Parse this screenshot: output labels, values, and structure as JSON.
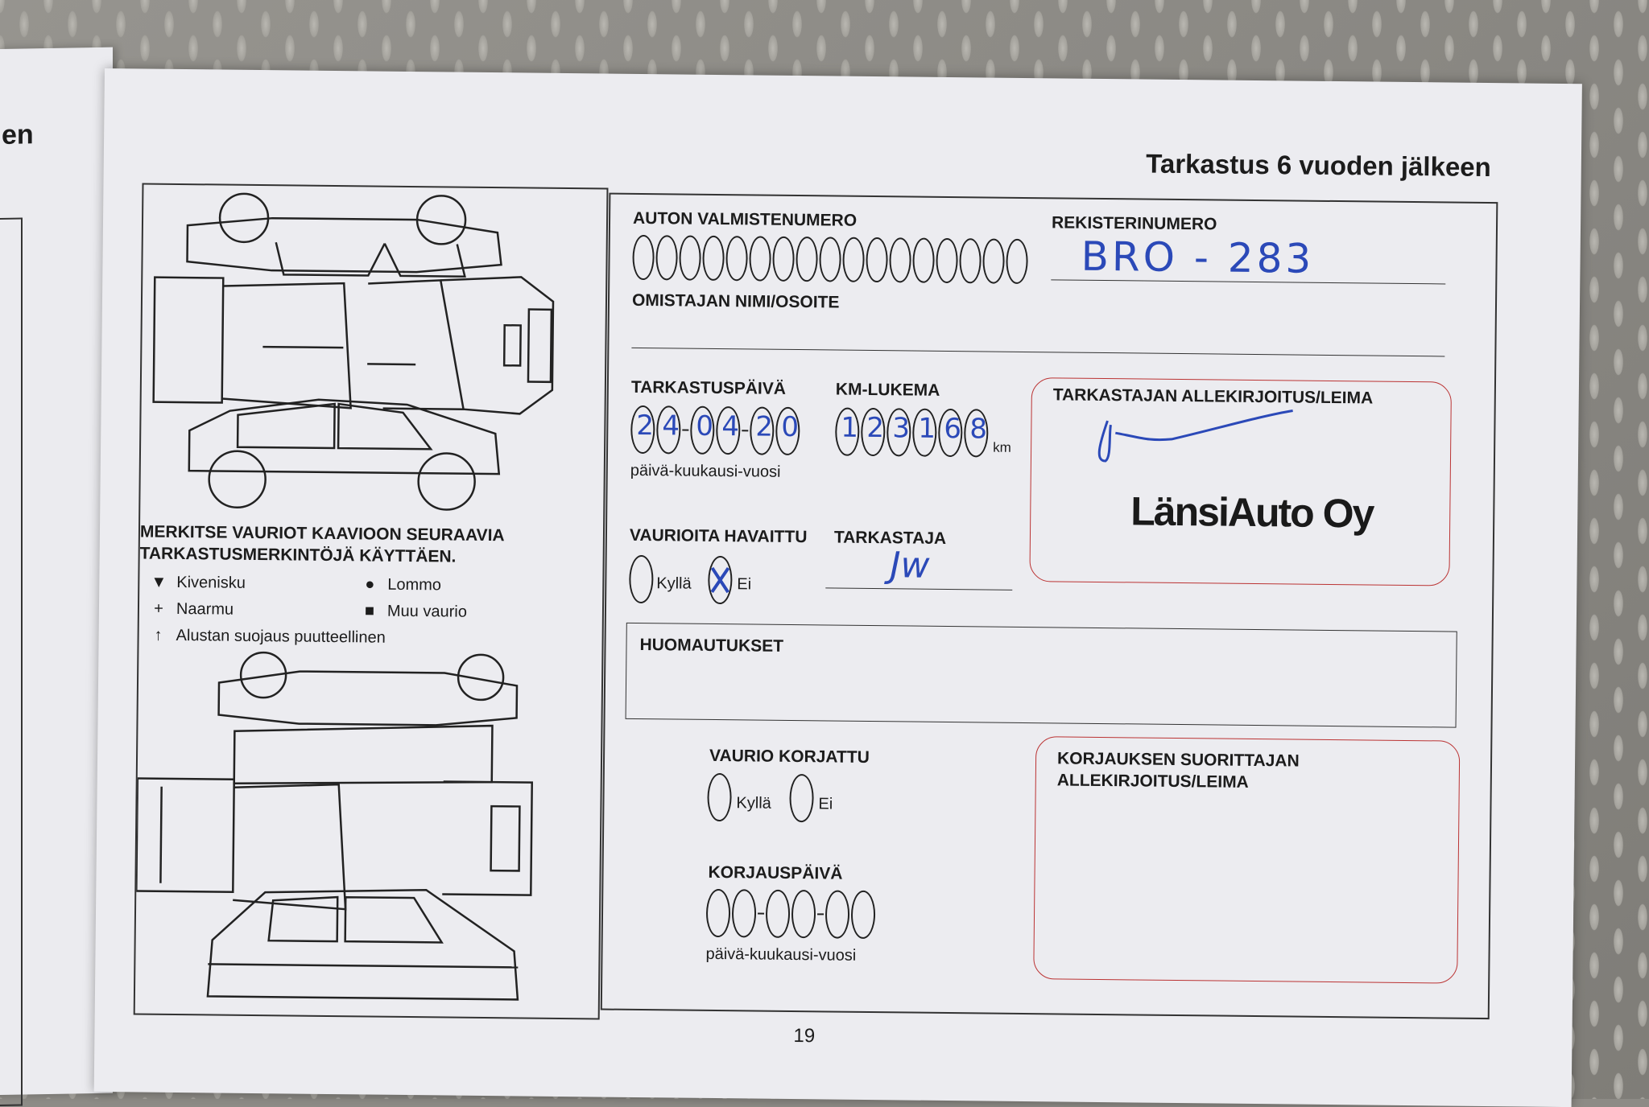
{
  "left_page": {
    "title_fragment": "en"
  },
  "page": {
    "title": "Tarkastus 6 vuoden jälkeen",
    "page_number": "19",
    "vehicle_number": {
      "label": "AUTON VALMISTENUMERO",
      "box_count": 17
    },
    "registration": {
      "label": "REKISTERINUMERO",
      "value": "BRO - 283"
    },
    "owner": {
      "label": "OMISTAJAN NIMI/OSOITE"
    },
    "inspection_date": {
      "label": "TARKASTUSPÄIVÄ",
      "digits": [
        "2",
        "4",
        "0",
        "4",
        "2",
        "0"
      ],
      "hint": "päivä-kuukausi-vuosi"
    },
    "odometer": {
      "label": "KM-LUKEMA",
      "digits": [
        "1",
        "2",
        "3",
        "1",
        "6",
        "8"
      ],
      "unit": "km"
    },
    "inspector_signature": {
      "label": "TARKASTAJAN ALLEKIRJOITUS/LEIMA",
      "stamp": "LänsiAuto Oy"
    },
    "damage_found": {
      "label": "VAURIOITA HAVAITTU",
      "yes": "Kyllä",
      "no": "Ei",
      "selected": "Ei"
    },
    "inspector": {
      "label": "TARKASTAJA",
      "value": "Jw"
    },
    "notes": {
      "label": "HUOMAUTUKSET"
    },
    "damage_repaired": {
      "label": "VAURIO KORJATTU",
      "yes": "Kyllä",
      "no": "Ei"
    },
    "repair_date": {
      "label": "KORJAUSPÄIVÄ",
      "hint": "päivä-kuukausi-vuosi"
    },
    "repairer_signature": {
      "label_line1": "KORJAUKSEN SUORITTAJAN",
      "label_line2": "ALLEKIRJOITUS/LEIMA"
    },
    "instructions": {
      "line1": "MERKITSE VAURIOT KAAVIOON SEURAAVIA",
      "line2": "TARKASTUSMERKINTÖJÄ KÄYTTÄEN."
    },
    "legend": [
      {
        "symbol": "▼",
        "label": "Kivenisku"
      },
      {
        "symbol": "●",
        "label": "Lommo"
      },
      {
        "symbol": "+",
        "label": "Naarmu"
      },
      {
        "symbol": "■",
        "label": "Muu vaurio"
      },
      {
        "symbol": "↑",
        "label": "Alustan suojaus puutteellinen"
      }
    ]
  },
  "colors": {
    "paper": "#ececf0",
    "ink": "#1c1c1c",
    "pen": "#2b49b8",
    "stamp_border": "#b33333"
  }
}
